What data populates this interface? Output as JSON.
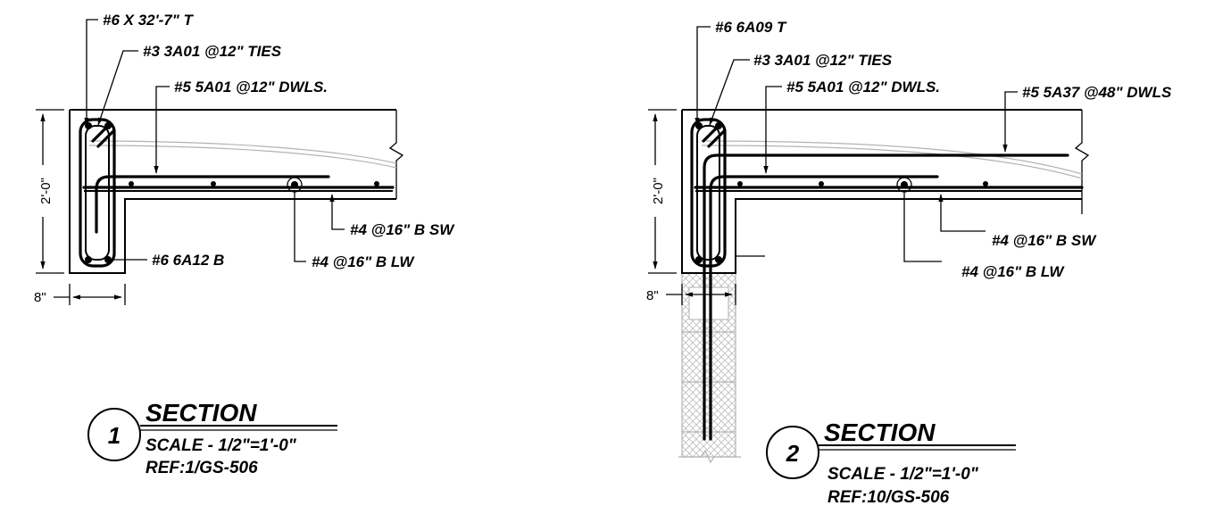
{
  "section1": {
    "callouts": {
      "top_bar": "#6 X 32'-7\"  T",
      "ties": "#3 3A01 @12\" TIES",
      "dowels": "#5 5A01 @12\" DWLS.",
      "bottom_sw": "#4 @16\" B SW",
      "bottom_lw": "#4 @16\" B LW",
      "bottom_bar": "#6 6A12  B"
    },
    "dims": {
      "height": "2'-0\"",
      "width": "8\""
    },
    "title": {
      "number": "1",
      "heading": "SECTION",
      "scale": "SCALE - 1/2\"=1'-0\"",
      "ref": "REF:1/GS-506"
    }
  },
  "section2": {
    "callouts": {
      "top_bar": "#6 6A09  T",
      "ties": "#3 3A01 @12\" TIES",
      "dowels": "#5 5A01 @12\" DWLS.",
      "dowels_48": "#5 5A37 @48\" DWLS",
      "bottom_sw": "#4 @16\" B SW",
      "bottom_lw": "#4 @16\" B LW"
    },
    "dims": {
      "height": "2'-0\"",
      "width": "8\""
    },
    "title": {
      "number": "2",
      "heading": "SECTION",
      "scale": "SCALE - 1/2\"=1'-0\"",
      "ref": "REF:10/GS-506"
    }
  }
}
